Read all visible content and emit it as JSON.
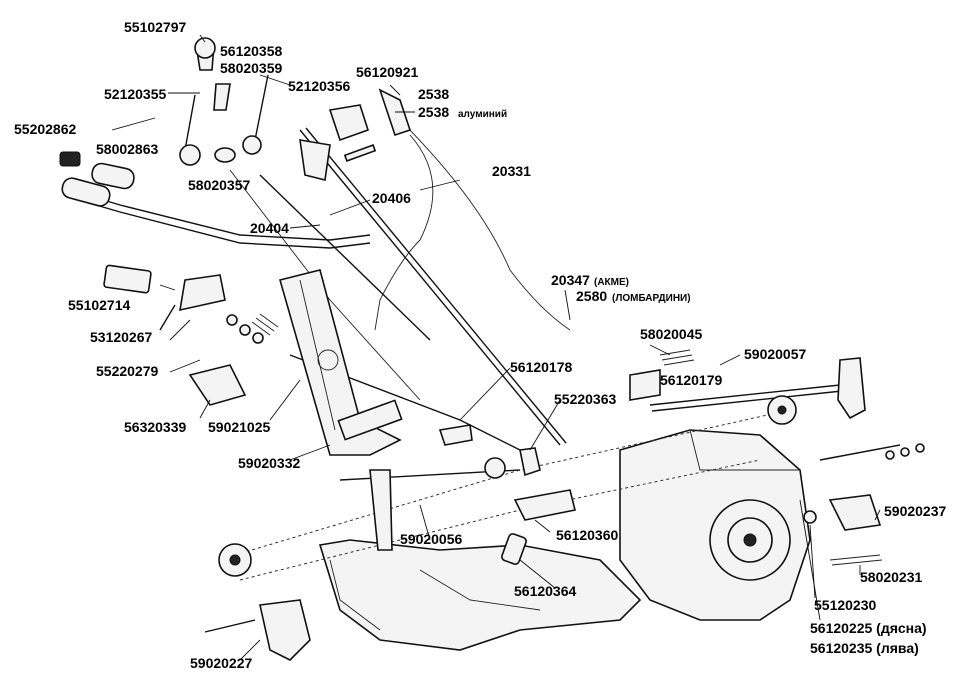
{
  "labels": {
    "l55102797": "55102797",
    "l56120358": "56120358",
    "l58020359": "58020359",
    "l52120355": "52120355",
    "l52120356": "52120356",
    "l56120921": "56120921",
    "l2538": "2538",
    "l2538_alu": "2538",
    "l2538_alu_note": "алуминий",
    "l55202862": "55202862",
    "l58002863": "58002863",
    "l58020357": "58020357",
    "l20331": "20331",
    "l20406": "20406",
    "l20404": "20404",
    "l20347": "20347",
    "l20347_note": "(АКМЕ)",
    "l2580": "2580",
    "l2580_note": "(ЛОМБАРДИНИ)",
    "l55102714": "55102714",
    "l53120267": "53120267",
    "l55220279": "55220279",
    "l56320339": "56320339",
    "l59021025": "59021025",
    "l59020332": "59020332",
    "l58020045": "58020045",
    "l59020057": "59020057",
    "l56120179": "56120179",
    "l56120178": "56120178",
    "l55220363": "55220363",
    "l59020056": "59020056",
    "l56120360": "56120360",
    "l56120364": "56120364",
    "l59020237": "59020237",
    "l58020231": "58020231",
    "l55120230": "55120230",
    "l56120225": "56120225 (дясна)",
    "l56120235": "56120235 (лява)",
    "l59020227": "59020227"
  },
  "colors": {
    "ink": "#111111",
    "paper": "#ffffff",
    "shade": "#f4f4f4"
  }
}
